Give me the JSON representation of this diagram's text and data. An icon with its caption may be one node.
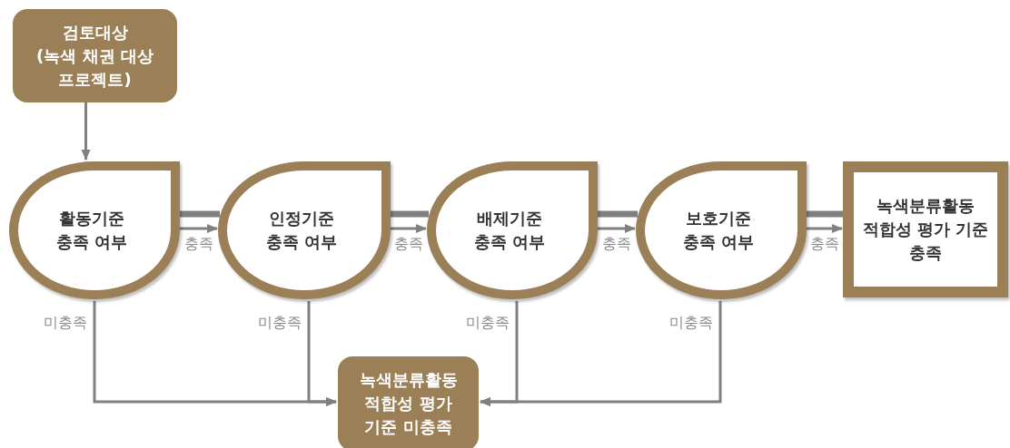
{
  "diagram": {
    "nodes": [
      {
        "text": [
          "검토대상",
          "(녹색 채권 대상 프로젝트)"
        ]
      },
      {
        "text": [
          "활동기준 충족 여부"
        ]
      },
      {
        "text": [
          "인정기준 충족 여부"
        ]
      },
      {
        "text": [
          "배제기준 충족 여부"
        ]
      },
      {
        "text": [
          "보호기준 충족 여부"
        ]
      },
      {
        "text": [
          "녹색분류활동 적합성 평가 기준 충족"
        ]
      },
      {
        "text": [
          "녹색분류활동 적합성 평가 기준 미충족"
        ]
      }
    ],
    "edges": [
      {
        "from": 0,
        "to": 1,
        "arrow": "to"
      },
      {
        "from": 1,
        "to": 2,
        "arrow": "to",
        "label": "충족"
      },
      {
        "from": 2,
        "to": 3,
        "arrow": "to",
        "label": "충족"
      },
      {
        "from": 3,
        "to": 4,
        "arrow": "to",
        "label": "충족"
      },
      {
        "from": 4,
        "to": 5,
        "arrow": "to",
        "label": "충족"
      },
      {
        "from": 1,
        "to": 6,
        "arrow": "to",
        "label": "미충족"
      },
      {
        "from": 2,
        "to": 6,
        "arrow": "to",
        "label": "미충족"
      },
      {
        "from": 3,
        "to": 6,
        "arrow": "to",
        "label": "미충족"
      },
      {
        "from": 4,
        "to": 6,
        "arrow": "to",
        "label": "미충족"
      },
      {
        "from": 1,
        "to": 2,
        "arrow": "none",
        "style": "thick"
      },
      {
        "from": 2,
        "to": 3,
        "arrow": "none",
        "style": "thick"
      },
      {
        "from": 3,
        "to": 4,
        "arrow": "none",
        "style": "thick"
      },
      {
        "from": 4,
        "to": 5,
        "arrow": "none",
        "style": "thick"
      }
    ]
  }
}
